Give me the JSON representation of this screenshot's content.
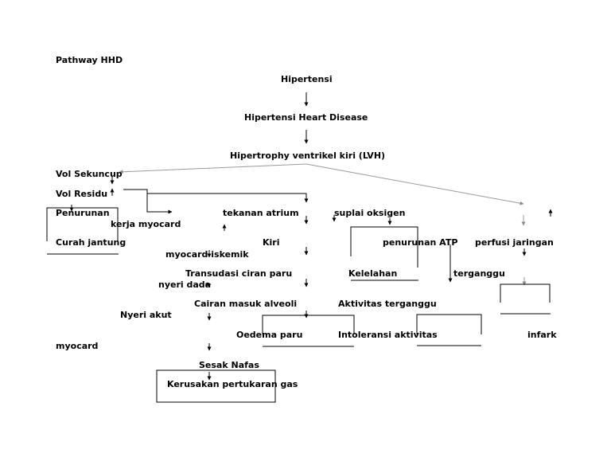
{
  "title": "Pathway HHD",
  "nodes": {
    "hipertensi": "Hipertensi",
    "hhd": "Hipertensi Heart Disease",
    "lvh": "Hipertrophy ventrikel kiri (LVH)",
    "vol_sekuncup": "Vol Sekuncup",
    "vol_residu": "Vol Residu",
    "penurunan": "Penurunan",
    "kerja_myocard": "kerja myocard",
    "curah_jantung": "Curah jantung",
    "tekanan_atrium": "tekanan atrium",
    "kiri": "Kiri",
    "suplai_oksigen": "suplai oksigen",
    "penurunan_atp": "penurunan ATP",
    "perfusi_jaringan": "perfusi jaringan",
    "myocard_iskemik": "myocard iskemik",
    "transudasi": "Transudasi ciran paru",
    "kelelahan": "Kelelahan",
    "terganggu": "terganggu",
    "nyeri_dada": "nyeri dada",
    "cairan": "Cairan masuk alveoli",
    "aktivitas_terganggu": "Aktivitas terganggu",
    "nyeri_akut": "Nyeri akut",
    "oedema": "Oedema paru",
    "intoleransi": "Intoleransi aktivitas",
    "infark": "infark",
    "myocard": "myocard",
    "sesak": "Sesak Nafas",
    "kerusakan": "Kerusakan pertukaran gas"
  },
  "colors": {
    "line": "#000000",
    "line_light": "#9a9a9a",
    "text": "#000000",
    "background": "#ffffff"
  }
}
